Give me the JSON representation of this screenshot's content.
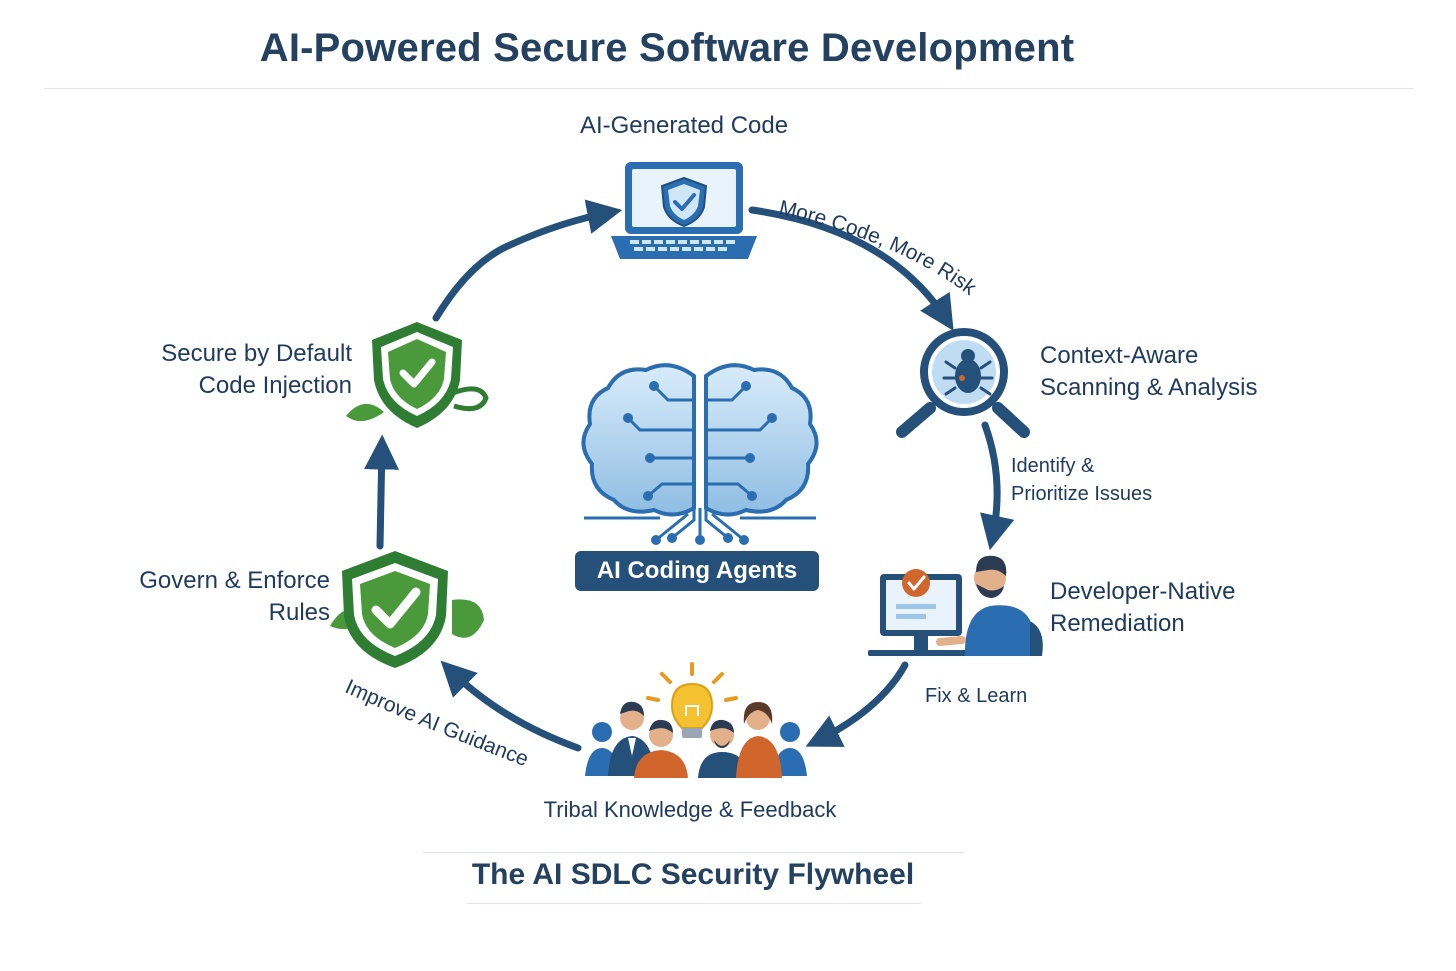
{
  "title": "AI-Powered Secure Software Development",
  "footer": "The AI SDLC Security Flywheel",
  "center": {
    "label": "AI Coding Agents",
    "icon": "brain-circuit-icon"
  },
  "nodes": {
    "ai_generated_code": {
      "label": "AI-Generated Code",
      "icon": "laptop-shield-icon"
    },
    "scanning": {
      "line1": "Context-Aware",
      "line2": "Scanning & Analysis",
      "icon": "magnifier-bug-icon"
    },
    "remediation": {
      "line1": "Developer-Native",
      "line2": "Remediation",
      "icon": "developer-computer-icon"
    },
    "tribal": {
      "label": "Tribal Knowledge & Feedback",
      "icon": "team-lightbulb-icon"
    },
    "govern": {
      "line1": "Govern & Enforce",
      "line2": "Rules",
      "icon": "shield-check-icon"
    },
    "secure_default": {
      "line1": "Secure by Default",
      "line2": "Code Injection",
      "icon": "shield-check-icon"
    }
  },
  "edges": {
    "more_code": "More Code, More Risk",
    "identify": {
      "line1": "Identify &",
      "line2": "Prioritize Issues"
    },
    "fix_learn": "Fix & Learn",
    "improve": "Improve AI Guidance"
  },
  "colors": {
    "navy": "#1f3a5c",
    "arrow": "#24507a",
    "green": "#2e7d32",
    "light_blue": "#9cc6e8",
    "orange": "#d0662b"
  }
}
